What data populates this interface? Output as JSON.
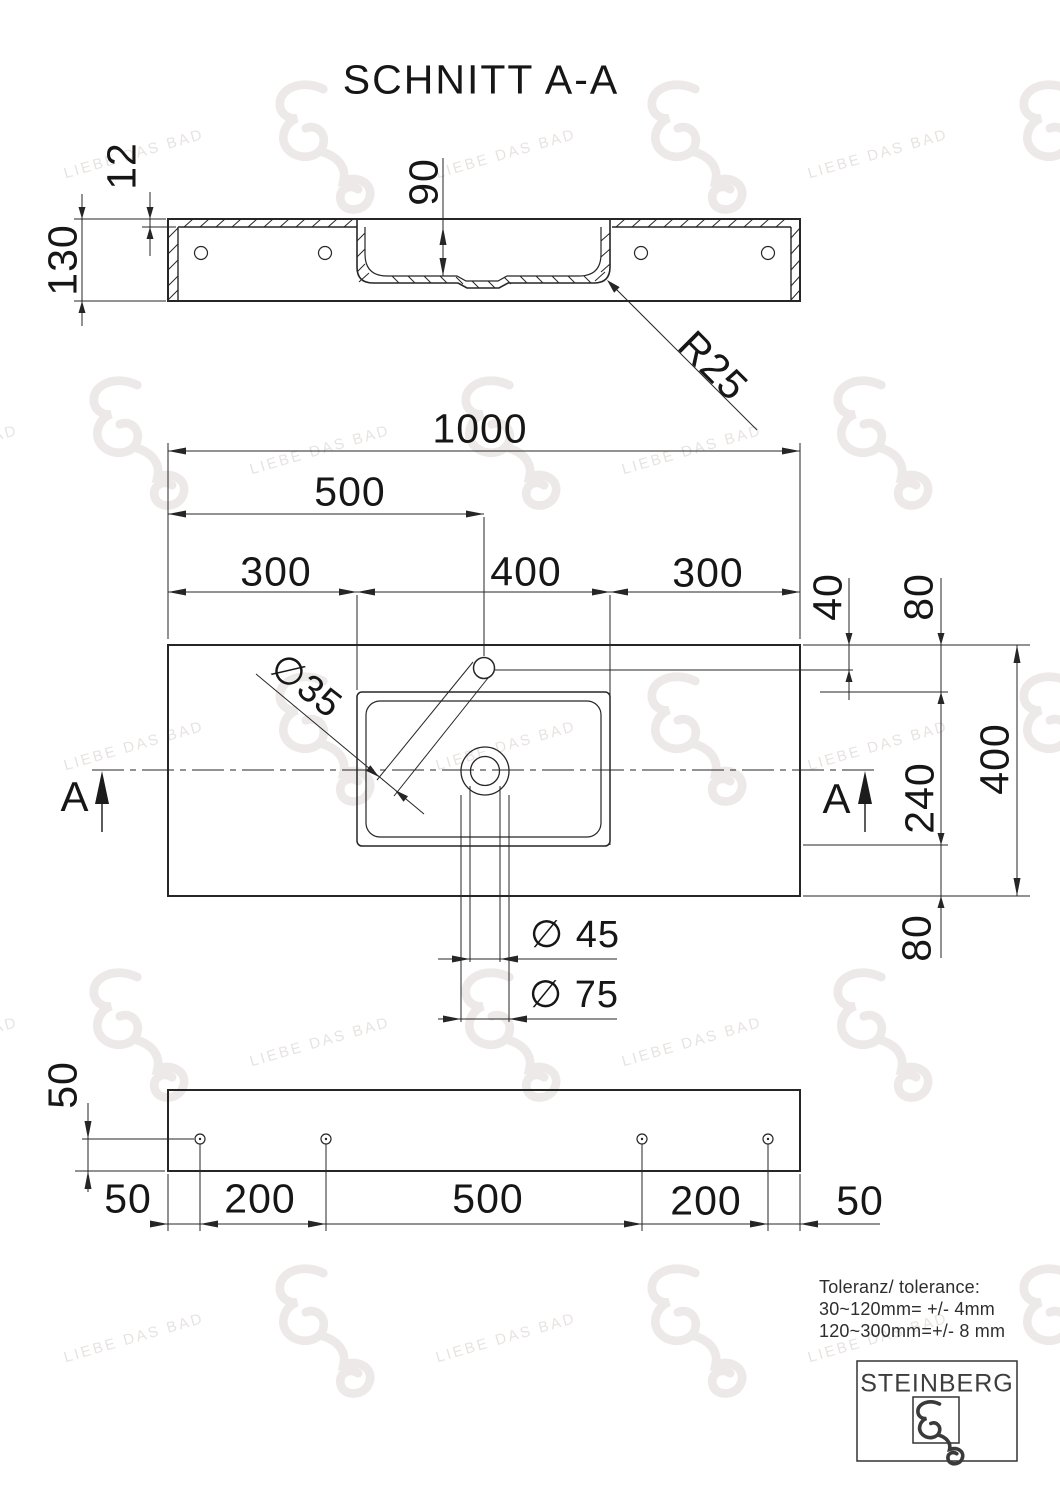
{
  "title": "SCHNITT A-A",
  "watermark": {
    "text": "LIEBE DAS BAD"
  },
  "section_view": {
    "dim_thickness": "12",
    "dim_height": "130",
    "dim_depth": "90",
    "dim_radius": "R25"
  },
  "plan_view": {
    "dim_width_total": "1000",
    "dim_faucet_x": "500",
    "dim_left": "300",
    "dim_basin_width": "400",
    "dim_right": "300",
    "dim_faucet_y": "40",
    "dim_top_offset": "80",
    "dim_basin_depth": "240",
    "dim_height_total": "400",
    "dim_bottom_offset": "80",
    "dim_faucet_hole": "∅35",
    "dim_drain_inner": "∅ 45",
    "dim_drain_outer": "∅ 75",
    "marker_left": "A",
    "marker_right": "A"
  },
  "bottom_view": {
    "dim_hole_height": "50",
    "dim_e1": "50",
    "dim_e2": "200",
    "dim_e3": "500",
    "dim_e4": "200",
    "dim_e5": "50"
  },
  "tolerance": {
    "line1": "Toleranz/ tolerance:",
    "line2": "30~120mm= +/- 4mm",
    "line3": "120~300mm=+/- 8 mm"
  },
  "logo": {
    "brand": "STEINBERG"
  }
}
